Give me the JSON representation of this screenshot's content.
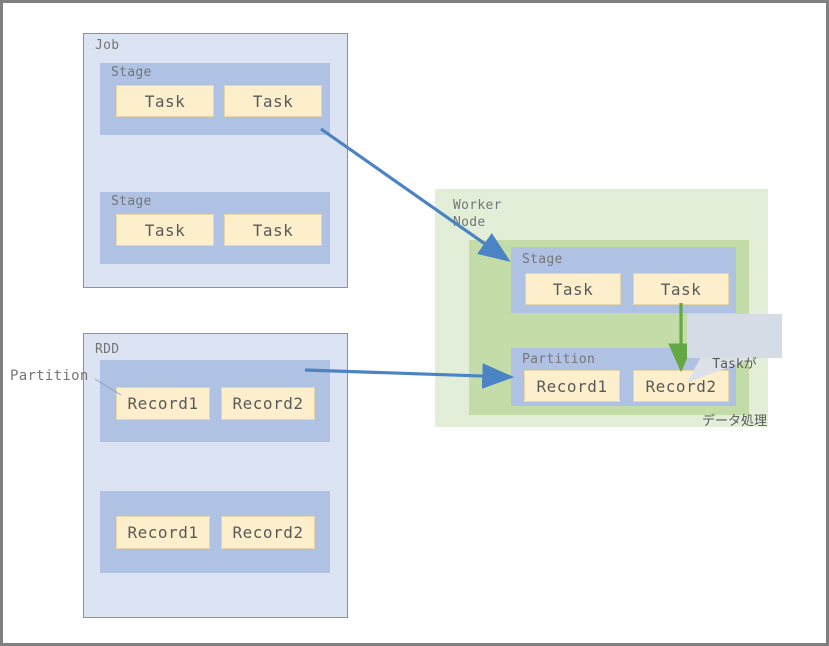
{
  "diagram": {
    "title": "Spark Job / RDD to Worker Node mapping",
    "colors": {
      "canvas_border": "#808080",
      "container_fill": "#DCE3F2",
      "container_border": "#8094B0",
      "group_fill": "#AFC2E4",
      "leaf_fill": "#FDEFCB",
      "leaf_border": "#E7D7A8",
      "worker_outer_fill": "#E2EED7",
      "worker_inner_fill": "#C4DDA8",
      "arrow_blue": "#4A84C4",
      "arrow_green": "#63A844",
      "callout_fill": "#D6DCE6",
      "text_gray": "#767676"
    },
    "job": {
      "caption": "Job",
      "stages": [
        {
          "caption": "Stage",
          "tasks": [
            {
              "label": "Task"
            },
            {
              "label": "Task"
            }
          ]
        },
        {
          "caption": "Stage",
          "tasks": [
            {
              "label": "Task"
            },
            {
              "label": "Task"
            }
          ]
        }
      ]
    },
    "rdd": {
      "caption": "RDD",
      "external_label": "Partition",
      "partitions": [
        {
          "records": [
            {
              "label": "Record1"
            },
            {
              "label": "Record2"
            }
          ]
        },
        {
          "records": [
            {
              "label": "Record1"
            },
            {
              "label": "Record2"
            }
          ]
        }
      ]
    },
    "worker_node": {
      "caption_line1": "Worker",
      "caption_line2": "Node",
      "stage": {
        "caption": "Stage",
        "tasks": [
          {
            "label": "Task"
          },
          {
            "label": "Task"
          }
        ]
      },
      "partition": {
        "caption": "Partition",
        "records": [
          {
            "label": "Record1"
          },
          {
            "label": "Record2"
          }
        ]
      }
    },
    "callout": {
      "line1": "Taskが",
      "line2": "データ処理"
    },
    "arrows": [
      {
        "name": "stage-to-worker-stage",
        "color": "#4A84C4"
      },
      {
        "name": "rdd-partition-to-worker-partition",
        "color": "#4A84C4"
      },
      {
        "name": "task-processes-record",
        "color": "#63A844"
      }
    ]
  }
}
